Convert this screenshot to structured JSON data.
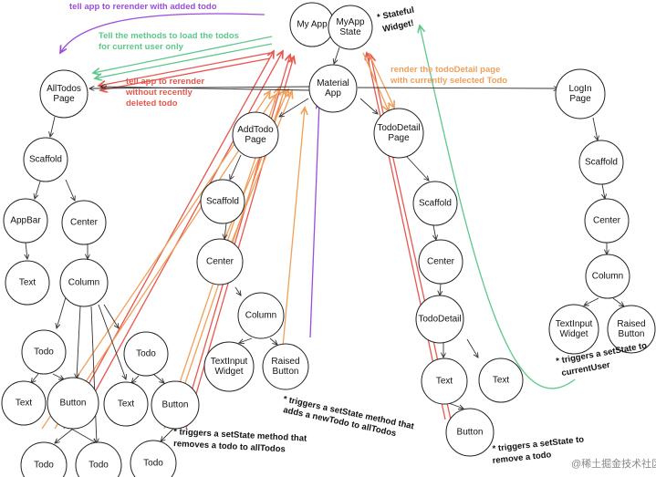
{
  "nodes": [
    {
      "id": "myapp",
      "lines": [
        "My App"
      ]
    },
    {
      "id": "myappstate",
      "lines": [
        "MyApp",
        "State"
      ]
    },
    {
      "id": "materialapp",
      "lines": [
        "Material",
        "App"
      ]
    },
    {
      "id": "alltodos",
      "lines": [
        "AllTodos",
        "Page"
      ]
    },
    {
      "id": "addtodo",
      "lines": [
        "AddTodo",
        "Page"
      ]
    },
    {
      "id": "tododetailpage",
      "lines": [
        "TodoDetail",
        "Page"
      ]
    },
    {
      "id": "loginpage",
      "lines": [
        "LogIn",
        "Page"
      ]
    },
    {
      "id": "scaffold_a",
      "lines": [
        "Scaffold"
      ]
    },
    {
      "id": "appbar",
      "lines": [
        "AppBar"
      ]
    },
    {
      "id": "center_a",
      "lines": [
        "Center"
      ]
    },
    {
      "id": "text_a",
      "lines": [
        "Text"
      ]
    },
    {
      "id": "column_a",
      "lines": [
        "Column"
      ]
    },
    {
      "id": "todo_1",
      "lines": [
        "Todo"
      ]
    },
    {
      "id": "todo_2",
      "lines": [
        "Todo"
      ]
    },
    {
      "id": "text_1",
      "lines": [
        "Text"
      ]
    },
    {
      "id": "button_1",
      "lines": [
        "Button"
      ]
    },
    {
      "id": "text_2",
      "lines": [
        "Text"
      ]
    },
    {
      "id": "button_2",
      "lines": [
        "Button"
      ]
    },
    {
      "id": "todo_3",
      "lines": [
        "Todo"
      ]
    },
    {
      "id": "todo_4",
      "lines": [
        "Todo"
      ]
    },
    {
      "id": "todo_5",
      "lines": [
        "Todo"
      ]
    },
    {
      "id": "scaffold_b",
      "lines": [
        "Scaffold"
      ]
    },
    {
      "id": "center_b",
      "lines": [
        "Center"
      ]
    },
    {
      "id": "column_b",
      "lines": [
        "Column"
      ]
    },
    {
      "id": "textinput_b",
      "lines": [
        "TextInput",
        "Widget"
      ]
    },
    {
      "id": "raised_b",
      "lines": [
        "Raised",
        "Button"
      ]
    },
    {
      "id": "scaffold_c",
      "lines": [
        "Scaffold"
      ]
    },
    {
      "id": "center_c",
      "lines": [
        "Center"
      ]
    },
    {
      "id": "tododetail",
      "lines": [
        "TodoDetail"
      ]
    },
    {
      "id": "text_c1",
      "lines": [
        "Text"
      ]
    },
    {
      "id": "text_c2",
      "lines": [
        "Text"
      ]
    },
    {
      "id": "button_c",
      "lines": [
        "Button"
      ]
    },
    {
      "id": "scaffold_d",
      "lines": [
        "Scaffold"
      ]
    },
    {
      "id": "center_d",
      "lines": [
        "Center"
      ]
    },
    {
      "id": "column_d",
      "lines": [
        "Column"
      ]
    },
    {
      "id": "textinput_d",
      "lines": [
        "TextInput",
        "Widget"
      ]
    },
    {
      "id": "raised_d",
      "lines": [
        "Raised",
        "Button"
      ]
    }
  ],
  "stateful_note": [
    "* Stateful",
    "Widget!"
  ],
  "annotations": {
    "purple": [
      "tell app to rerender with added todo"
    ],
    "green": [
      "Tell the methods to load the todos",
      "for current user only"
    ],
    "red": [
      "tell app to rerender",
      "without recently",
      "deleted todo"
    ],
    "orange": [
      "render the todoDetail page",
      "with currently selected Todo"
    ]
  },
  "notes": {
    "add": [
      "* triggers a setState method that",
      "adds a newTodo to allTodos"
    ],
    "remove": [
      "* triggers a setState method that",
      "removes a todo to allTodos"
    ],
    "detail": [
      "* triggers a setState to",
      "remove a todo"
    ],
    "login": [
      "* triggers a setState to",
      "currentUser"
    ]
  },
  "watermark": "@稀土掘金技术社区",
  "colors": {
    "purple": "#9b4ddb",
    "green": "#5ec88a",
    "red": "#e8574e",
    "orange": "#f0a05a",
    "edge": "#333333"
  }
}
